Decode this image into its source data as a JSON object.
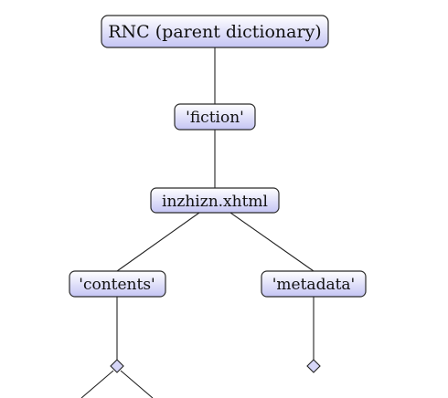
{
  "diagram": {
    "colors": {
      "node_fill_top": "#ffffff",
      "node_fill_bottom": "#c4c4f4",
      "node_stroke": "#2b2b2b",
      "edge": "#222222",
      "marker_fill": "#d6d6f8"
    },
    "nodes": {
      "root": {
        "label": "RNC (parent dictionary)"
      },
      "fiction": {
        "label": "'fiction'"
      },
      "file": {
        "label": "inzhizn.xhtml"
      },
      "contents": {
        "label": "'contents'"
      },
      "metadata": {
        "label": "'metadata'"
      }
    },
    "edges": [
      {
        "from": "root",
        "to": "fiction"
      },
      {
        "from": "fiction",
        "to": "file"
      },
      {
        "from": "file",
        "to": "contents"
      },
      {
        "from": "file",
        "to": "metadata"
      },
      {
        "from": "contents",
        "to": "contents-branch-marker"
      },
      {
        "from": "metadata",
        "to": "metadata-leaf-marker"
      }
    ],
    "markers": [
      {
        "name": "contents-branch-marker",
        "shape": "diamond"
      },
      {
        "name": "metadata-leaf-marker",
        "shape": "diamond"
      }
    ]
  }
}
